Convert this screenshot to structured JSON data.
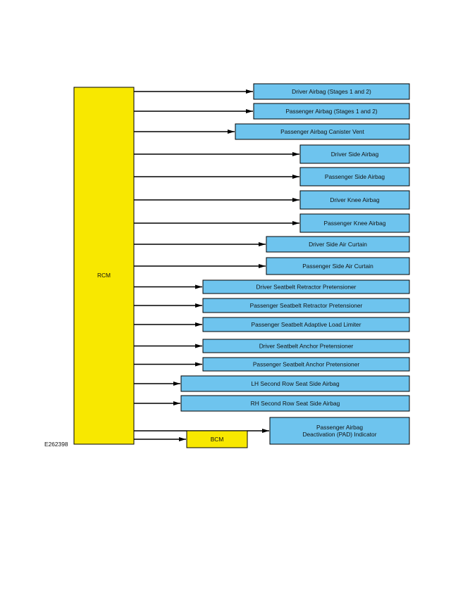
{
  "figure_id": "E262398",
  "source": {
    "label": "RCM",
    "color": "#f8e800"
  },
  "outputs": [
    {
      "label": "Driver Airbag (Stages 1 and 2)"
    },
    {
      "label": "Passenger Airbag (Stages 1 and 2)"
    },
    {
      "label": "Passenger Airbag Canister Vent"
    },
    {
      "label": "Driver Side Airbag"
    },
    {
      "label": "Passenger Side Airbag"
    },
    {
      "label": "Driver Knee Airbag"
    },
    {
      "label": "Passenger Knee Airbag"
    },
    {
      "label": "Driver Side Air Curtain"
    },
    {
      "label": "Passenger Side Air Curtain"
    },
    {
      "label": "Driver Seatbelt Retractor Pretensioner"
    },
    {
      "label": "Passenger Seatbelt Retractor Pretensioner"
    },
    {
      "label": "Passenger Seatbelt Adaptive Load Limiter"
    },
    {
      "label": "Driver Seatbelt Anchor Pretensioner"
    },
    {
      "label": "Passenger Seatbelt Anchor Pretensioner"
    },
    {
      "label": "LH Second Row Seat Side Airbag"
    },
    {
      "label": "RH Second Row Seat Side Airbag"
    },
    {
      "label": "Passenger Airbag\nDeactivation (PAD) Indicator"
    },
    {
      "label": "BCM",
      "color": "#f8e800"
    }
  ],
  "colors": {
    "output_box": "#6ec4ee",
    "stroke": "#000000"
  }
}
